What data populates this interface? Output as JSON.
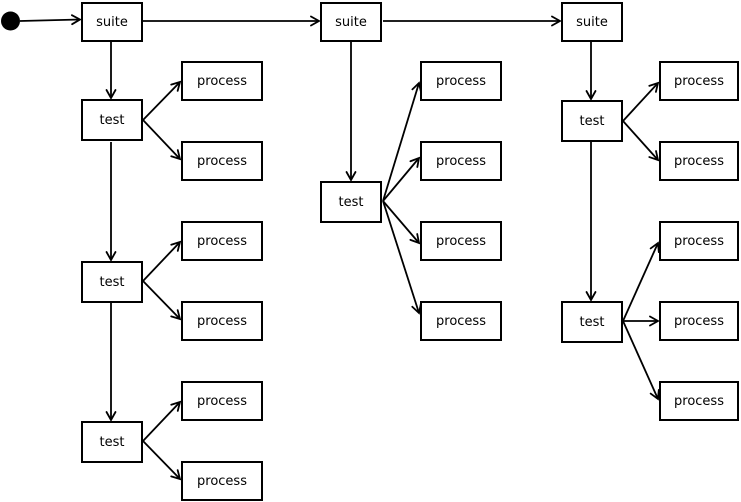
{
  "colors": {
    "background": "#ffffff",
    "line": "#000000",
    "node_fill": "#ffffff",
    "text": "#000000"
  },
  "diagram": {
    "type": "activity-flow",
    "start_node": "initial-state-dot",
    "suites": [
      {
        "label": "suite",
        "tests": [
          {
            "label": "test",
            "processes": [
              "process",
              "process"
            ]
          },
          {
            "label": "test",
            "processes": [
              "process",
              "process"
            ]
          },
          {
            "label": "test",
            "processes": [
              "process",
              "process"
            ]
          }
        ]
      },
      {
        "label": "suite",
        "tests": [
          {
            "label": "test",
            "processes": [
              "process",
              "process",
              "process",
              "process"
            ]
          }
        ]
      },
      {
        "label": "suite",
        "tests": [
          {
            "label": "test",
            "processes": [
              "process",
              "process"
            ]
          },
          {
            "label": "test",
            "processes": [
              "process",
              "process",
              "process"
            ]
          }
        ]
      }
    ]
  }
}
